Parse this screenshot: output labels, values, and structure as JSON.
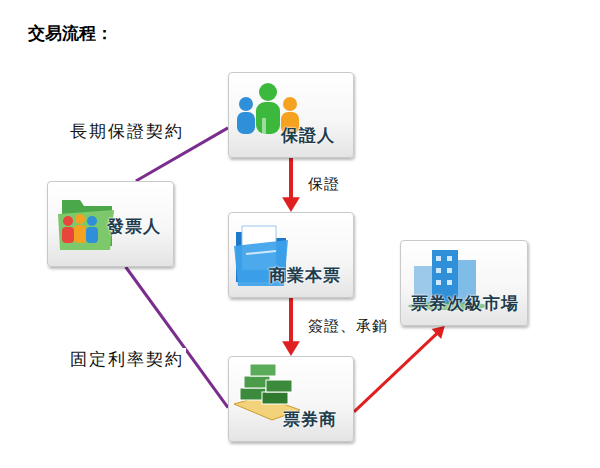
{
  "diagram": {
    "title": "交易流程：",
    "nodes": [
      {
        "text": [
          "保證人"
        ]
      },
      {
        "text": [
          "發票人"
        ]
      },
      {
        "text": [
          "商業本票"
        ]
      },
      {
        "text": [
          "票券次級市場"
        ]
      },
      {
        "text": [
          "票券商"
        ]
      }
    ],
    "edges": [
      {
        "from": 1,
        "to": 0,
        "label": "長期保證契約",
        "arrow": "none"
      },
      {
        "from": 1,
        "to": 4,
        "label": "固定利率契約",
        "arrow": "none"
      },
      {
        "from": 0,
        "to": 2,
        "label": "保證",
        "arrow": "to"
      },
      {
        "from": 2,
        "to": 4,
        "label": "簽證、承銷",
        "arrow": "to"
      },
      {
        "from": 4,
        "to": 3,
        "arrow": "to"
      }
    ]
  }
}
